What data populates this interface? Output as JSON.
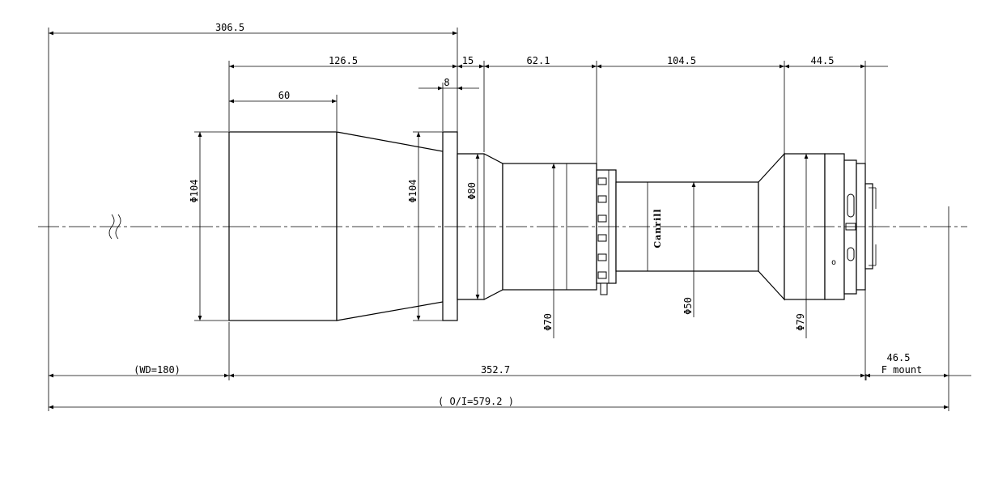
{
  "dimensions": {
    "overall_front": "306.5",
    "hood_length": "126.5",
    "flange_offset": "15",
    "flange_width": "8",
    "hood_cyl_length": "60",
    "section_a": "62.1",
    "section_b": "104.5",
    "section_c": "44.5",
    "dia_hood": "Φ104",
    "dia_flange": "Φ104",
    "dia_80": "Φ80",
    "dia_70": "Φ70",
    "dia_50": "Φ50",
    "dia_79": "Φ79",
    "working_distance": "(WD=180)",
    "lens_length": "352.7",
    "flange_back": "46.5",
    "mount_type": "F mount",
    "object_image": "( O/I=579.2 )"
  },
  "brand_label": "Canrill",
  "aperture_mark": "o"
}
